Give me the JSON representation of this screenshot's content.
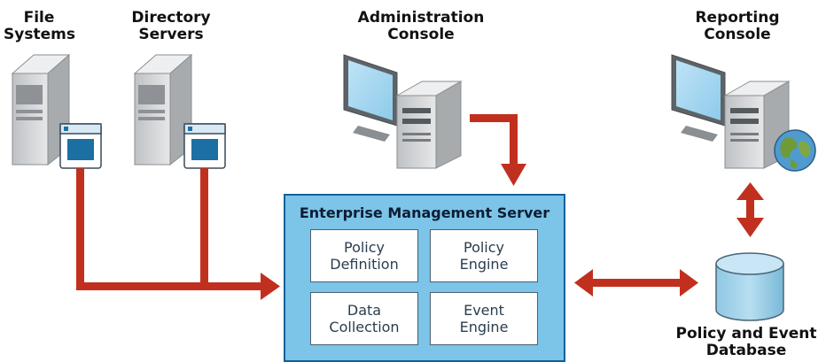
{
  "labels": {
    "file_systems": [
      "File",
      "Systems"
    ],
    "directory_servers": [
      "Directory",
      "Servers"
    ],
    "admin_console": [
      "Administration",
      "Console"
    ],
    "reporting_console": [
      "Reporting",
      "Console"
    ],
    "database": [
      "Policy and Event",
      "Database"
    ]
  },
  "server": {
    "title": "Enterprise Management Server",
    "modules": [
      [
        "Policy",
        "Definition"
      ],
      [
        "Policy",
        "Engine"
      ],
      [
        "Data",
        "Collection"
      ],
      [
        "Event",
        "Engine"
      ]
    ]
  },
  "colors": {
    "arrow": "#c1301f",
    "server_fill": "#7cc4e8",
    "server_border": "#12609a"
  }
}
